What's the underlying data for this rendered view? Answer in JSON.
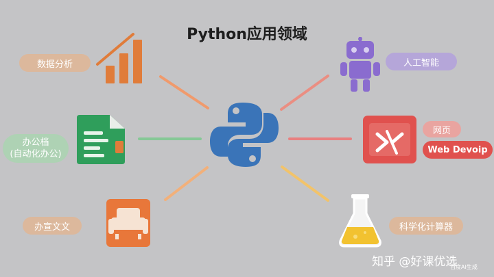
{
  "title": "Python应用领域",
  "nodes": {
    "data_analysis": "数据分析",
    "office_line1": "办公档",
    "office_line2": "(自动化办公)",
    "documents": "办宣文文",
    "ai": "人工智能",
    "web_cn": "网页",
    "web_en": "Web Devoip",
    "science": "科学化计算器"
  },
  "watermark": {
    "text": "知乎 @好课优选",
    "note": "百度AI生成"
  },
  "colors": {
    "background": "#c4c4c6",
    "python_blue": "#3a74b8",
    "chart_orange": "#e07c3a",
    "doc_green": "#2f9e5b",
    "robot_purple": "#8a6ccf",
    "web_red": "#e0514e",
    "flask_yellow": "#f2c230",
    "line_orange": "#f0a070",
    "line_green": "#86c896",
    "line_red": "#e98080",
    "line_yellow": "#f2c36a"
  },
  "icons": [
    "python-logo-icon",
    "bar-chart-icon",
    "document-icon",
    "sofa-icon",
    "robot-icon",
    "web-code-icon",
    "flask-icon"
  ]
}
